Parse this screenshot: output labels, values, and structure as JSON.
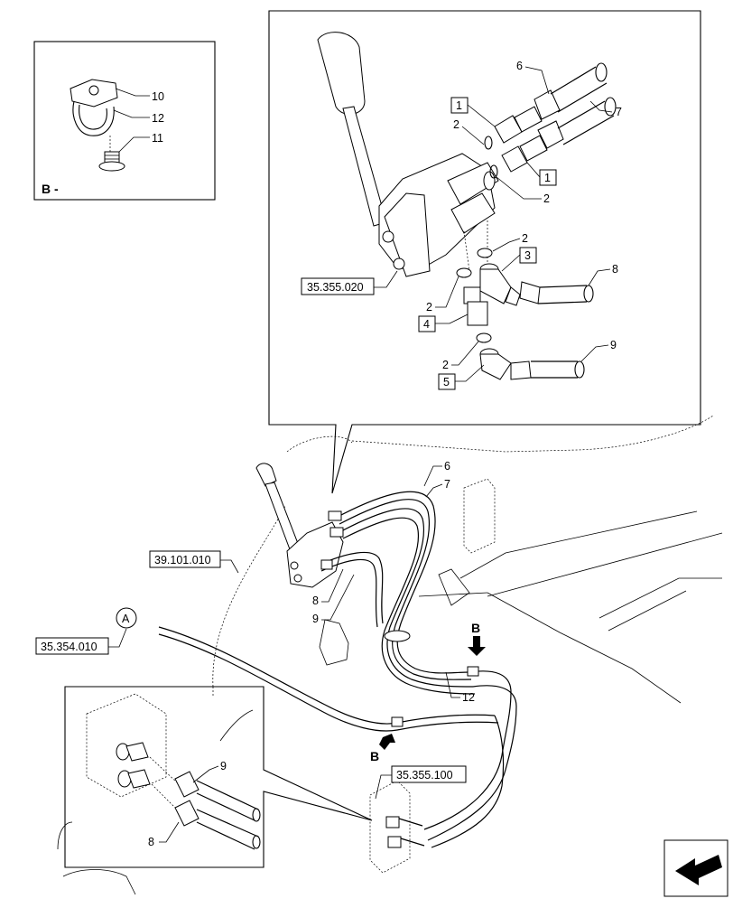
{
  "detail_b": {
    "parts": [
      "10",
      "12",
      "11"
    ],
    "view_label": "B -"
  },
  "detail_top": {
    "callouts": [
      "6",
      "7",
      "2",
      "2",
      "2",
      "2",
      "2",
      "8",
      "9"
    ],
    "boxed": [
      "1",
      "1",
      "3",
      "4",
      "5"
    ],
    "ref": "35.355.020"
  },
  "main": {
    "callouts": [
      "6",
      "7",
      "8",
      "9",
      "12"
    ],
    "refs": [
      "39.101.010",
      "35.354.010",
      "35.355.100"
    ],
    "circle_ref": "A",
    "view_markers": [
      "B",
      "B"
    ]
  },
  "detail_bottom": {
    "callouts": [
      "9",
      "8"
    ]
  }
}
